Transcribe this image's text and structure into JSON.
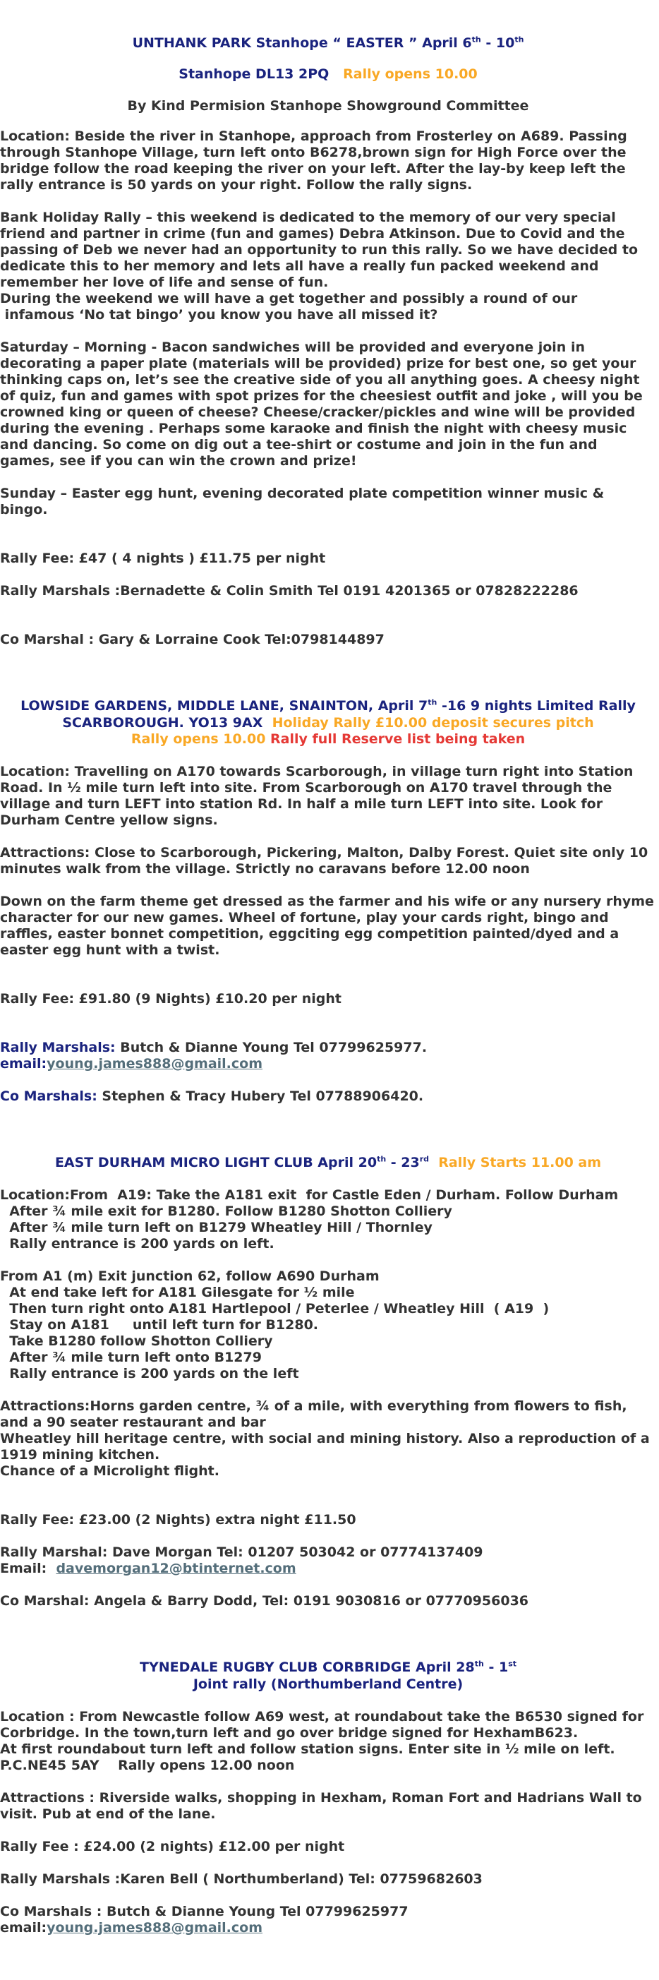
{
  "e1": {
    "title_a": "UNTHANK PARK  Stanhope  “ EASTER ”  April 6",
    "title_sup1": "th",
    "title_b": "  - 10",
    "title_sup2": "th",
    "address": "Stanhope DL13 2PQ",
    "opens": "Rally opens 10.00",
    "permission": "By Kind Permision  Stanhope Showground Committee",
    "location": "Location: Beside the river in Stanhope, approach from Frosterley on A689. Passing through Stanhope Village, turn left onto B6278,brown sign for High Force over the bridge follow the road keeping the river on your left. After the lay-by keep left the rally entrance is 50 yards on your right. Follow the rally signs.",
    "bank1": "Bank Holiday Rally – this weekend is dedicated to the memory of our very special friend and partner in crime (fun and games) Debra Atkinson. Due to Covid and the passing of Deb we never had an opportunity to run this rally. So we have decided to dedicate this to her memory and lets all have a really fun packed weekend and remember her love of life and sense of fun.",
    "bank2": "During the weekend we will have a get together and possibly a round of our",
    "bank3": " infamous ‘No tat bingo’ you know you have all missed it?",
    "saturday": "Saturday – Morning - Bacon sandwiches will be provided and everyone join in decorating a paper plate (materials will be provided)  prize for best one, so get your thinking caps on,  let’s see the creative side of you all anything goes. A cheesy night of quiz, fun and games with spot prizes for the cheesiest outfit and joke , will you be crowned king or queen of cheese? Cheese/cracker/pickles and wine will be provided during the evening . Perhaps some karaoke and finish the night with cheesy music and dancing. So come on dig out a tee-shirt or costume and join in the fun and games, see if you can win the crown and prize!",
    "sunday": "Sunday – Easter egg hunt, evening decorated plate competition  winner music & bingo.",
    "fee": "Rally Fee: £47 ( 4 nights )  £11.75 per night",
    "marshals": "Rally Marshals :Bernadette & Colin Smith Tel 0191 4201365  or  07828222286",
    "comarshal": "Co Marshal : Gary & Lorraine Cook Tel:0798144897"
  },
  "e2": {
    "title_a": "LOWSIDE GARDENS, MIDDLE LANE, SNAINTON, April 7",
    "title_sup1": "th",
    "title_b": " -16 9  nights Limited Rally",
    "title_c": "SCARBOROUGH. YO13 9AX",
    "holiday": "Holiday Rally £10.00 deposit secures pitch",
    "opens": "Rally opens 10.00",
    "reserve": "Rally full Reserve list being taken",
    "location": "Location: Travelling on A170 towards Scarborough, in village turn right into Station Road. In ½ mile turn left into site. From Scarborough on A170 travel through the village and turn LEFT into station Rd. In half a mile turn LEFT into site. Look for Durham Centre yellow  signs.",
    "attractions": "Attractions: Close to Scarborough, Pickering, Malton, Dalby Forest. Quiet site only 10 minutes walk from the village. Strictly no caravans before 12.00 noon",
    "theme": "Down on the farm theme get dressed as the farmer and his wife or any nursery rhyme character for our new games. Wheel of fortune, play your cards right, bingo and raffles, easter bonnet competition, eggciting egg competition painted/dyed and a easter egg hunt with a twist.",
    "fee": "Rally Fee: £91.80 (9 Nights)  £10.20 per night",
    "marshals_label": "Rally Marshals:",
    "marshals": " Butch & Dianne Young Tel 07799625977.",
    "email_label": "email:",
    "email": "young.james888@gmail.com",
    "comarshals_label": "Co Marshals:",
    "comarshals": " Stephen & Tracy Hubery Tel 07788906420."
  },
  "e3": {
    "title_a": "EAST DURHAM MICRO LIGHT CLUB April 20",
    "title_sup1": "th",
    "title_b": " - 23",
    "title_sup2": "rd",
    "starts": "Rally Starts 11.00 am",
    "loc1": "Location:From  A19: Take the A181 exit  for Castle Eden / Durham. Follow Durham",
    "loc2": "  After ¾ mile exit for B1280. Follow B1280 Shotton Colliery",
    "loc3": "  After ¾ mile turn left on B1279 Wheatley Hill / Thornley",
    "loc4": "  Rally entrance is 200 yards on left.",
    "a1_1": "From A1 (m) Exit junction 62, follow A690 Durham",
    "a1_2": "  At end take left for A181 Gilesgate for ½ mile",
    "a1_3": "  Then turn right onto A181 Hartlepool / Peterlee / Wheatley Hill  ( A19  )",
    "a1_4": "  Stay on A181     until left turn for B1280.",
    "a1_5": "  Take B1280 follow Shotton Colliery",
    "a1_6": "  After ¾ mile turn left onto B1279",
    "a1_7": "  Rally entrance is 200 yards on the left",
    "attr1": "Attractions:Horns garden centre,  ¾ of a mile, with everything from flowers to fish, and a 90 seater restaurant and bar",
    "attr2": "Wheatley hill heritage centre, with social and mining history. Also a reproduction of a 1919 mining kitchen.",
    "attr3": "Chance of a Microlight flight.",
    "fee": "Rally Fee: £23.00 (2 Nights) extra night £11.50",
    "marshal": "Rally Marshal: Dave Morgan  Tel: 01207 503042 or 07774137409",
    "email_label": "Email:  ",
    "email": "davemorgan12@btinternet.com",
    "comarshal": "Co Marshal: Angela & Barry Dodd, Tel: 0191 9030816 or 07770956036"
  },
  "e4": {
    "title_a": "TYNEDALE RUGBY CLUB CORBRIDGE   April 28",
    "title_sup1": "th",
    "title_b": " - 1",
    "title_sup2": "st",
    "title_c": "Joint rally (Northumberland Centre)",
    "location1": "Location : From Newcastle follow A69 west, at roundabout take the B6530 signed for Corbridge. In the town,turn left and go over bridge signed for HexhamB623.",
    "location2": "At first roundabout turn left and follow station signs. Enter site in ½ mile on  left.",
    "location3": "P.C.NE45 5AY    Rally opens 12.00 noon",
    "attractions": "Attractions : Riverside walks, shopping in Hexham, Roman Fort and Hadrians Wall to visit. Pub at end of the lane.",
    "fee": "Rally Fee : £24.00 (2 nights) £12.00 per night",
    "marshals": "Rally Marshals :Karen Bell ( Northumberland) Tel: 07759682603",
    "comarshals": "Co Marshals : Butch & Dianne Young Tel 07799625977",
    "email_label": "email:",
    "email": "young.james888@gmail.com"
  }
}
